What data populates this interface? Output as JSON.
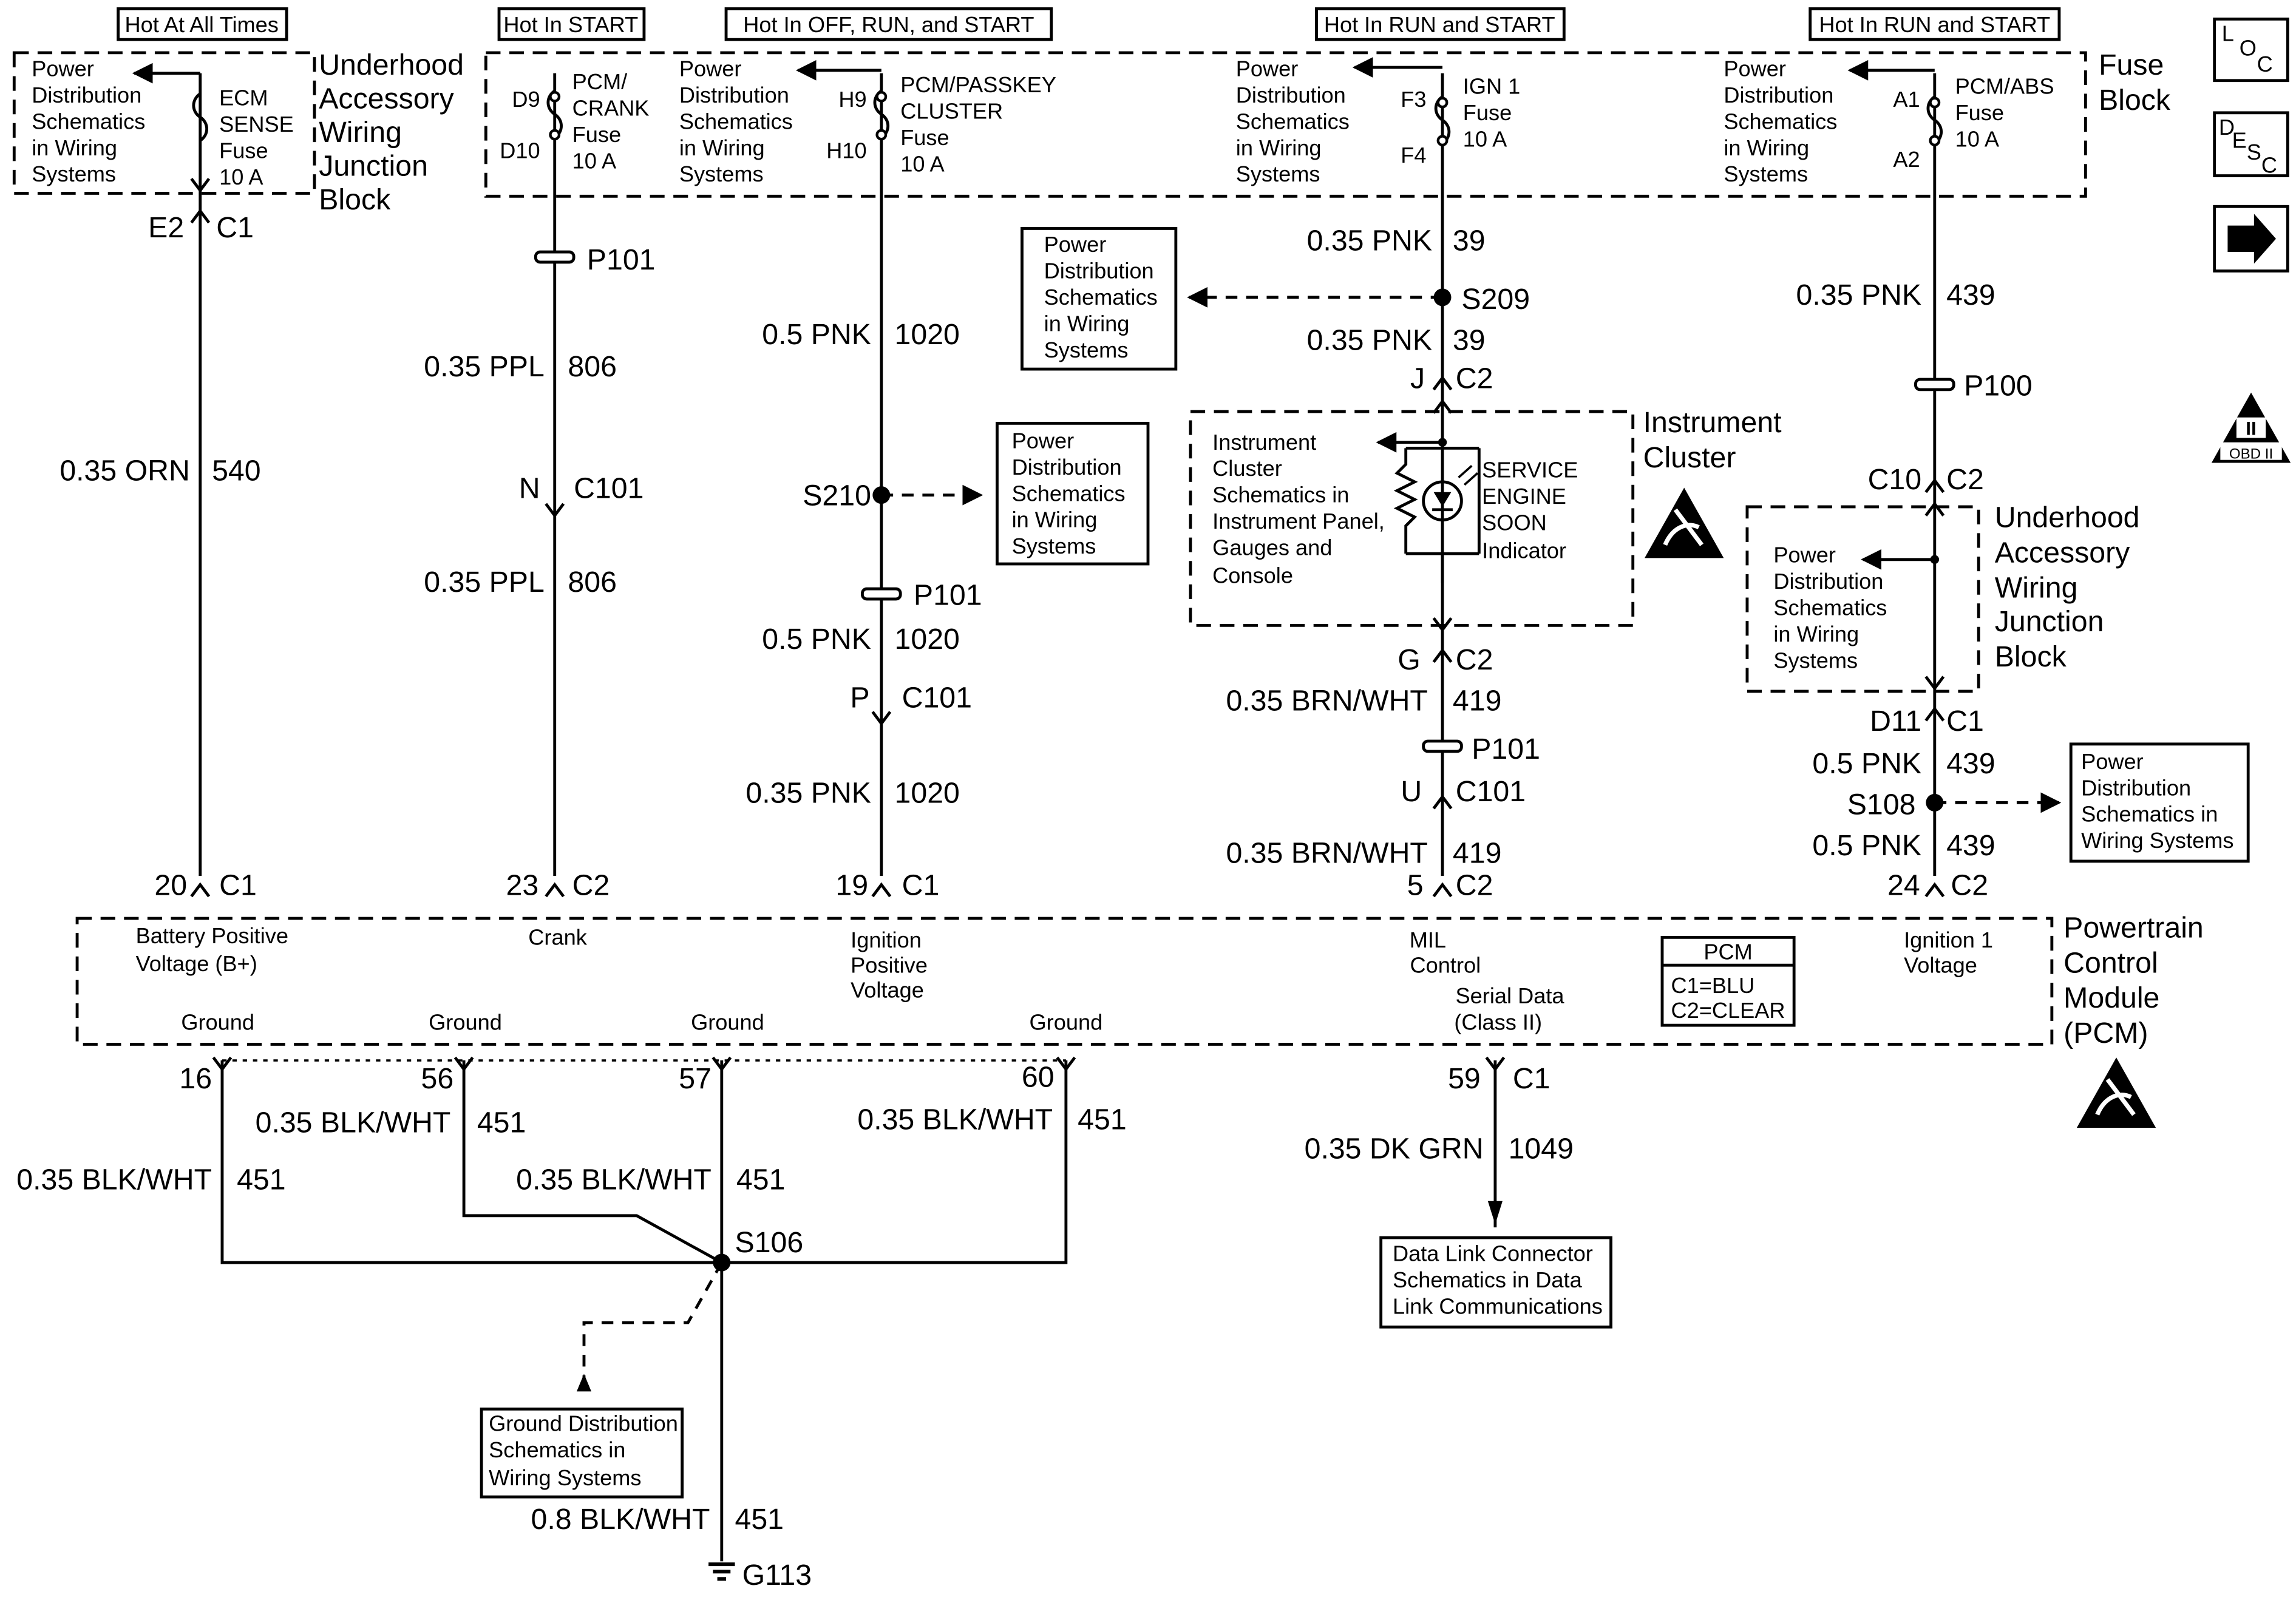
{
  "headers": {
    "h1": "Hot At All Times",
    "h2": "Hot In START",
    "h3": "Hot In OFF, RUN, and START",
    "h4": "Hot In RUN and START",
    "h5": "Hot In RUN and START"
  },
  "boxes": {
    "uajb_l1": "Underhood",
    "uajb_l2": "Accessory",
    "uajb_l3": "Wiring",
    "uajb_l4": "Junction",
    "uajb_l5": "Block",
    "fuse_block_l1": "Fuse",
    "fuse_block_l2": "Block",
    "ic_l1": "Instrument",
    "ic_l2": "Cluster",
    "pcm_l1": "Powertrain",
    "pcm_l2": "Control",
    "pcm_l3": "Module",
    "pcm_l4": "(PCM)"
  },
  "pds": {
    "l1": "Power",
    "l2": "Distribution",
    "l3": "Schematics",
    "l4": "in Wiring",
    "l5": "Systems"
  },
  "pds_short": {
    "l1": "Power",
    "l2": "Distribution",
    "l3": "Schematics in",
    "l4": "Wiring Systems"
  },
  "fuses": {
    "ecm": {
      "l1": "ECM",
      "l2": "SENSE",
      "l3": "Fuse",
      "l4": "10 A"
    },
    "crank": {
      "l1": "PCM/",
      "l2": "CRANK",
      "l3": "Fuse",
      "l4": "10 A",
      "pin_top": "D9",
      "pin_bot": "D10"
    },
    "passkey": {
      "l1": "PCM/PASSKEY",
      "l2": "CLUSTER",
      "l3": "Fuse",
      "l4": "10 A",
      "pin_top": "H9",
      "pin_bot": "H10"
    },
    "ign": {
      "l1": "IGN 1",
      "l2": "Fuse",
      "l3": "10 A",
      "pin_top": "F3",
      "pin_bot": "F4"
    },
    "abs": {
      "l1": "PCM/ABS",
      "l2": "Fuse",
      "l3": "10 A",
      "pin_top": "A1",
      "pin_bot": "A2"
    }
  },
  "wires": {
    "orn": {
      "color": "0.35 ORN",
      "circuit": "540"
    },
    "ppl1": {
      "color": "0.35 PPL",
      "circuit": "806"
    },
    "ppl2": {
      "color": "0.35 PPL",
      "circuit": "806"
    },
    "pnk1": {
      "color": "0.5 PNK",
      "circuit": "1020"
    },
    "pnk2": {
      "color": "0.5 PNK",
      "circuit": "1020"
    },
    "pnk3": {
      "color": "0.35 PNK",
      "circuit": "1020"
    },
    "pnk39a": {
      "color": "0.35 PNK",
      "circuit": "39"
    },
    "pnk39b": {
      "color": "0.35 PNK",
      "circuit": "39"
    },
    "brn1": {
      "color": "0.35 BRN/WHT",
      "circuit": "419"
    },
    "brn2": {
      "color": "0.35 BRN/WHT",
      "circuit": "419"
    },
    "pnk439a": {
      "color": "0.35 PNK",
      "circuit": "439"
    },
    "pnk439b": {
      "color": "0.5 PNK",
      "circuit": "439"
    },
    "pnk439c": {
      "color": "0.5 PNK",
      "circuit": "439"
    },
    "gnd16": {
      "color": "0.35 BLK/WHT",
      "circuit": "451"
    },
    "gnd56": {
      "color": "0.35 BLK/WHT",
      "circuit": "451"
    },
    "gnd57": {
      "color": "0.35 BLK/WHT",
      "circuit": "451"
    },
    "gnd60": {
      "color": "0.35 BLK/WHT",
      "circuit": "451"
    },
    "gnd_main": {
      "color": "0.8 BLK/WHT",
      "circuit": "451"
    },
    "dkgrn": {
      "color": "0.35 DK GRN",
      "circuit": "1049"
    }
  },
  "connectors": {
    "e2": "E2",
    "c1": "C1",
    "c2": "C2",
    "c101": "C101",
    "c10": "C10",
    "n": "N",
    "p": "P",
    "u": "U",
    "j": "J",
    "g": "G",
    "d11": "D11",
    "p101": "P101",
    "p100": "P100",
    "s209": "S209",
    "s210": "S210",
    "s108": "S108",
    "s106": "S106",
    "g113": "G113",
    "pin20": "20",
    "pin23": "23",
    "pin19": "19",
    "pin5": "5",
    "pin24": "24",
    "pin16": "16",
    "pin56": "56",
    "pin57": "57",
    "pin60": "60",
    "pin59": "59"
  },
  "pcm": {
    "bpv_l1": "Battery Positive",
    "bpv_l2": "Voltage (B+)",
    "crank": "Crank",
    "ipv_l1": "Ignition",
    "ipv_l2": "Positive",
    "ipv_l3": "Voltage",
    "mil_l1": "MIL",
    "mil_l2": "Control",
    "ig1_l1": "Ignition 1",
    "ig1_l2": "Voltage",
    "ground": "Ground",
    "serial_l1": "Serial Data",
    "serial_l2": "(Class II)",
    "legend_title": "PCM",
    "legend_c1": "C1=BLU",
    "legend_c2": "C2=CLEAR"
  },
  "cluster": {
    "ref_l1": "Instrument",
    "ref_l2": "Cluster",
    "ref_l3": "Schematics in",
    "ref_l4": "Instrument Panel,",
    "ref_l5": "Gauges and",
    "ref_l6": "Console",
    "ses_l1": "SERVICE",
    "ses_l2": "ENGINE",
    "ses_l3": "SOON",
    "ses_l4": "Indicator"
  },
  "dlc": {
    "l1": "Data Link Connector",
    "l2": "Schematics in Data",
    "l3": "Link Communications"
  },
  "gds": {
    "l1": "Ground Distribution",
    "l2": "Schematics in",
    "l3": "Wiring Systems"
  },
  "nav": {
    "loc": {
      "a": "L",
      "b": "O",
      "c": "C"
    },
    "desc": {
      "a": "D",
      "b": "E",
      "c": "S",
      "d": "C"
    },
    "next_icon": "right-arrow-icon",
    "obd": {
      "a": "II",
      "b": "OBD II"
    }
  }
}
